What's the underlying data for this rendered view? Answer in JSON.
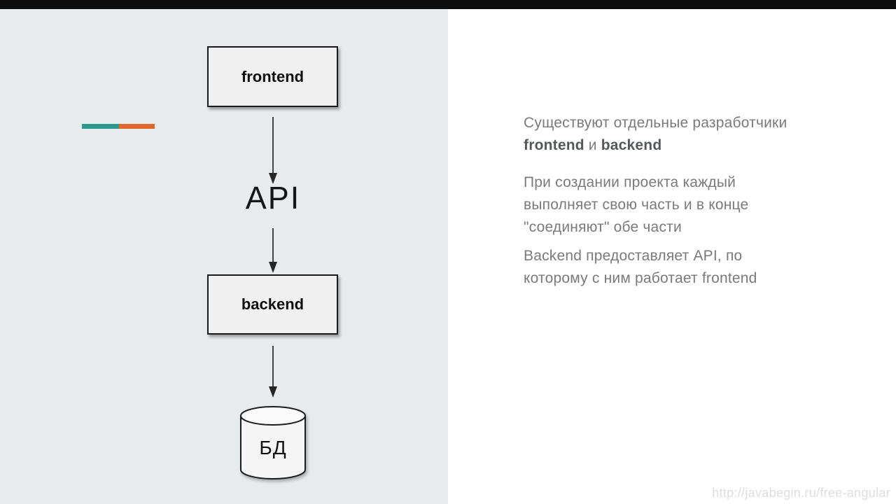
{
  "colors": {
    "top_bar_bg": "#0d0d0d",
    "left_panel_bg": "#e8ebee",
    "right_panel_bg": "#ffffff",
    "accent_teal": "#2a9a8c",
    "accent_orange": "#e0662b",
    "box_bg": "#f0f0f0",
    "box_border": "#1a1a1a",
    "text_gray": "#7a7a7a",
    "text_bold_gray": "#54585c",
    "url_gray": "#dedede"
  },
  "diagram": {
    "frontend_label": "frontend",
    "api_label": "API",
    "backend_label": "backend",
    "database_label": "БД"
  },
  "right_panel": {
    "paragraph1": {
      "line1": "Существуют отдельные разработчики",
      "bold1": "frontend",
      "connector": " и ",
      "bold2": "backend"
    },
    "paragraph2": "При создании проекта каждый\nвыполняет свою часть и в конце\n\"соединяют\" обе части",
    "paragraph3": "Backend предоставляет API, по\nкоторому с ним работает frontend"
  },
  "footer": {
    "url": "http://javabegin.ru/free-angular"
  }
}
